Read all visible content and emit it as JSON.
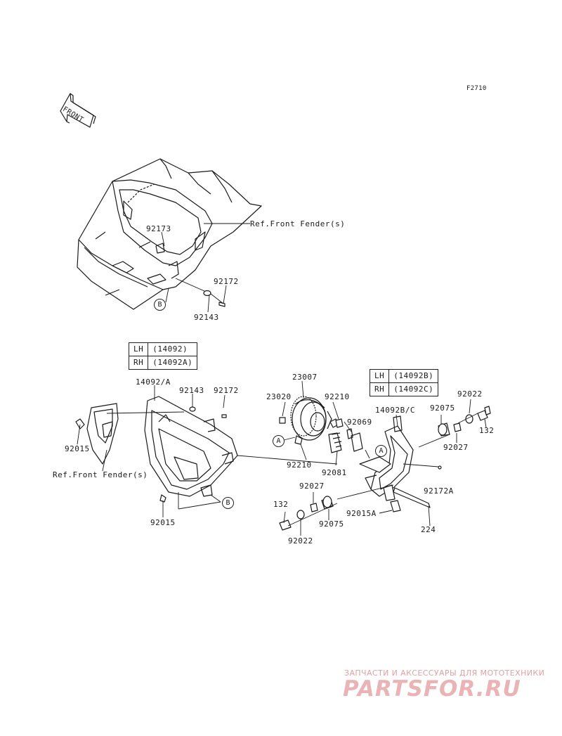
{
  "figure_code": "F2710",
  "front_arrow": "FRONT",
  "ref_labels": {
    "top": "Ref.Front Fender(s)",
    "left": "Ref.Front Fender(s)"
  },
  "part_numbers": {
    "p92173": "92173",
    "p92172_top": "92172",
    "p92143_top": "92143",
    "p14092_a": "14092/A",
    "p92143_mid": "92143",
    "p92172_mid": "92172",
    "p92015_left": "92015",
    "p92015_bottom": "92015",
    "p23007": "23007",
    "p23020": "23020",
    "p92210_top": "92210",
    "p92069": "92069",
    "p92210_bottom": "92210",
    "p92081": "92081",
    "p14092bc": "14092B/C",
    "p92075_top": "92075",
    "p92022_top": "92022",
    "p132_right": "132",
    "p92027_top": "92027",
    "p92172a": "92172A",
    "p92027_bottom": "92027",
    "p132_left": "132",
    "p92075_bottom": "92075",
    "p92015a": "92015A",
    "p224": "224",
    "p92022_bottom": "92022"
  },
  "ref_circles": {
    "b_top": "B",
    "b_mid": "B",
    "a_left": "A",
    "a_right": "A"
  },
  "table_left": {
    "rows": [
      {
        "side": "LH",
        "part": "(14092)"
      },
      {
        "side": "RH",
        "part": "(14092A)"
      }
    ]
  },
  "table_right": {
    "rows": [
      {
        "side": "LH",
        "part": "(14092B)"
      },
      {
        "side": "RH",
        "part": "(14092C)"
      }
    ]
  },
  "watermark": {
    "tagline": "ЗАПЧАСТИ И АКСЕССУАРЫ ДЛЯ МОТОТЕХНИКИ",
    "logo": "PARTSFOR.RU"
  },
  "colors": {
    "ink": "#1a1a1a",
    "watermark": "#e2a0a4"
  }
}
